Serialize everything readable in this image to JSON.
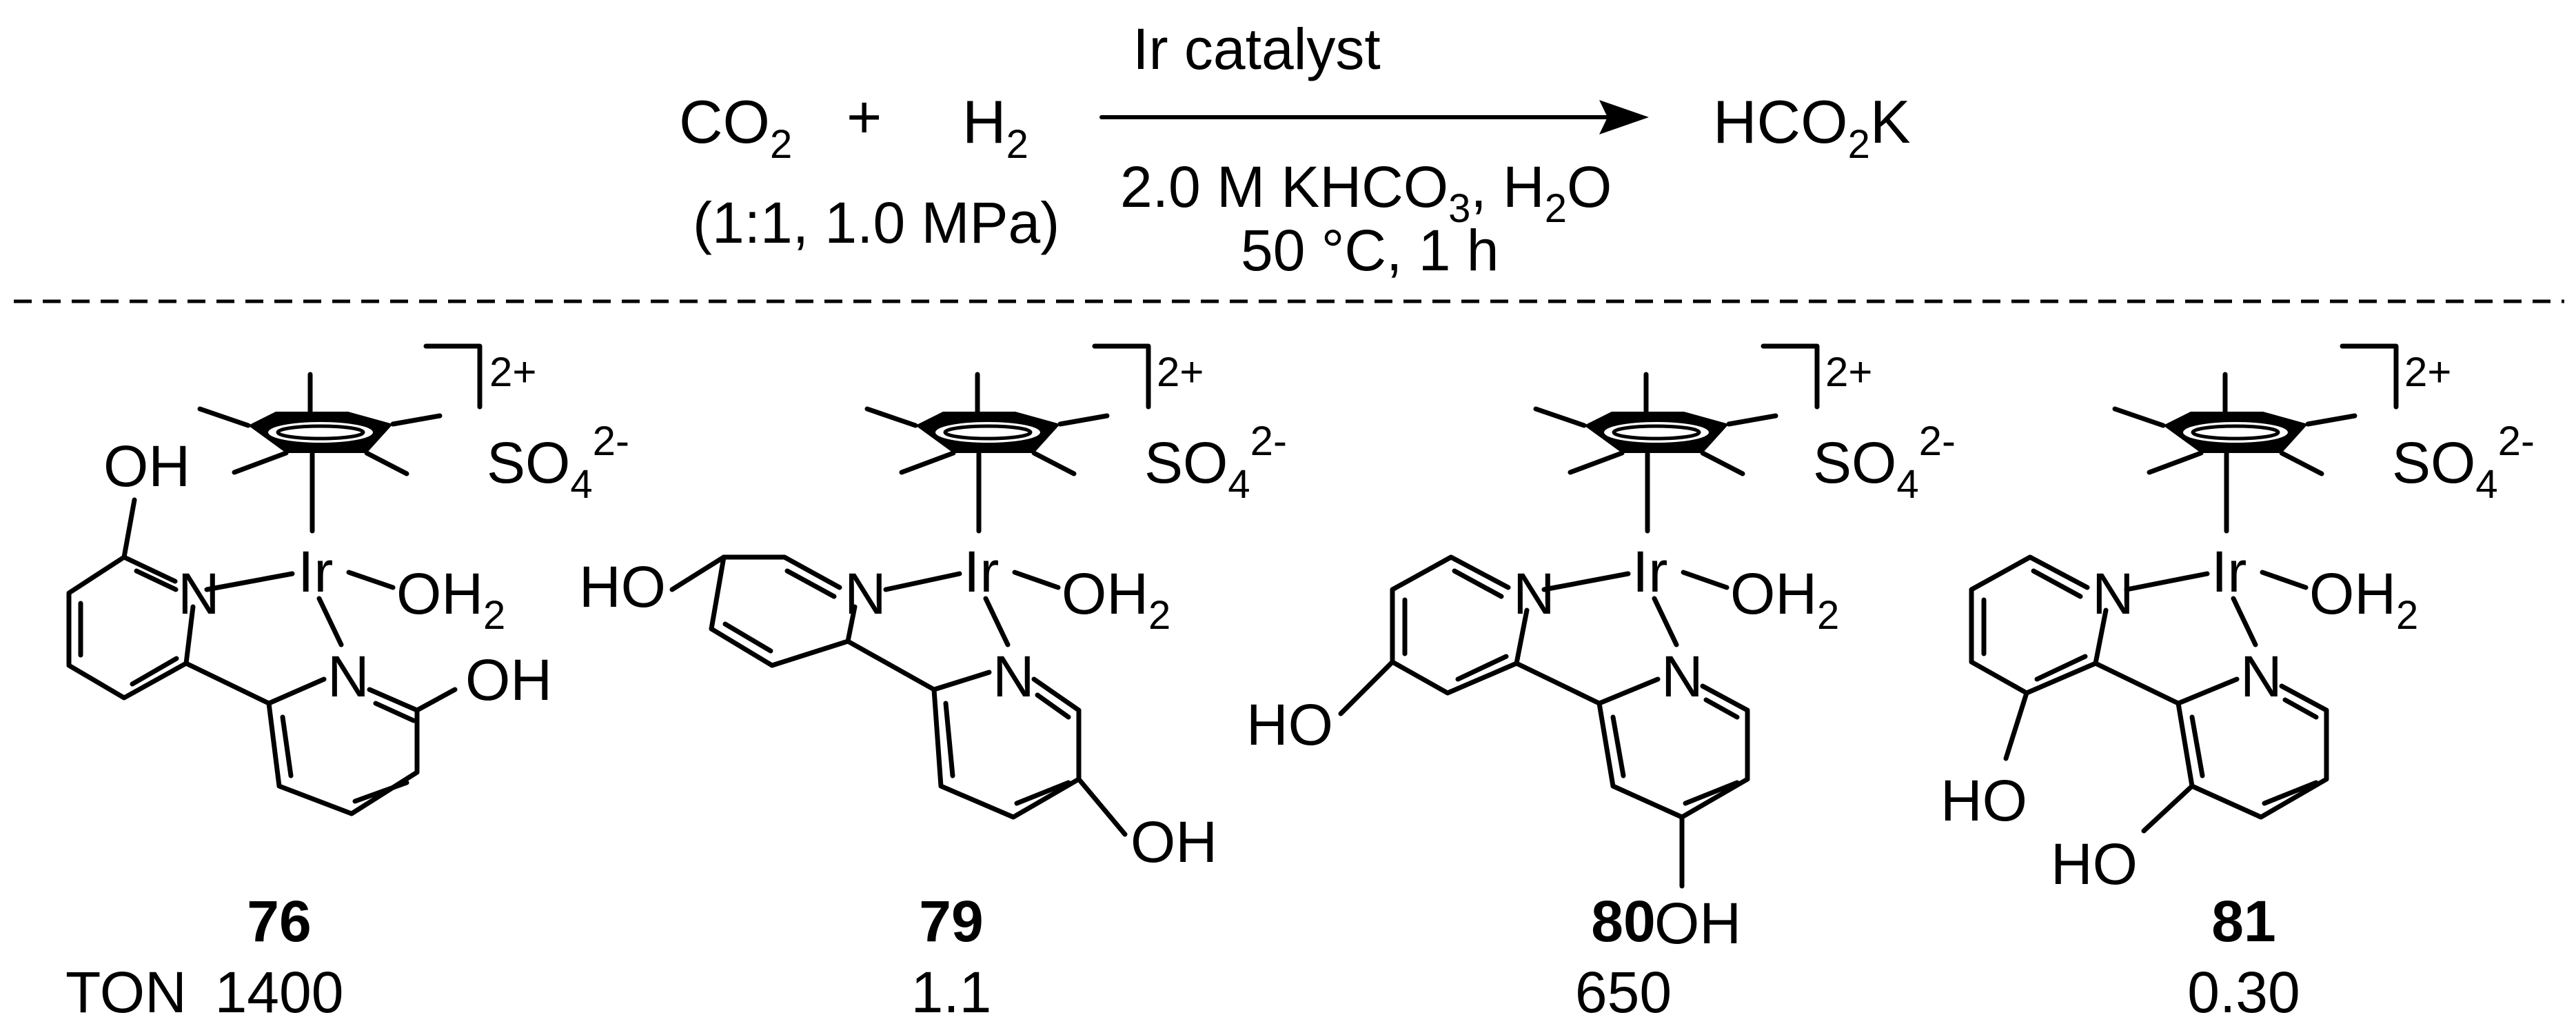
{
  "reaction": {
    "reactant1": "CO",
    "reactant1_sub": "2",
    "plus": "+",
    "reactant2": "H",
    "reactant2_sub": "2",
    "pressure_note": "(1:1, 1.0 MPa)",
    "above_arrow": "Ir catalyst",
    "below_arrow_1_pre": "2.0 M KHCO",
    "below_arrow_1_sub": "3",
    "below_arrow_1_mid": ", H",
    "below_arrow_1_sub2": "2",
    "below_arrow_1_post": "O",
    "below_arrow_2": "50 °C, 1 h",
    "product_pre": "HCO",
    "product_sub": "2",
    "product_post": "K"
  },
  "atoms": {
    "OH": "OH",
    "HO": "HO",
    "N": "N",
    "Ir": "Ir",
    "OH2_main": "OH",
    "OH2_sub": "2",
    "SO4_main": "SO",
    "SO4_sub": "4",
    "SO4_charge": "2-",
    "complex_charge": "2+"
  },
  "complexes": [
    {
      "id": "76",
      "ton": "1400"
    },
    {
      "id": "79",
      "ton": "1.1"
    },
    {
      "id": "80",
      "ton": "650"
    },
    {
      "id": "81",
      "ton": "0.30"
    }
  ],
  "ton_label": "TON"
}
